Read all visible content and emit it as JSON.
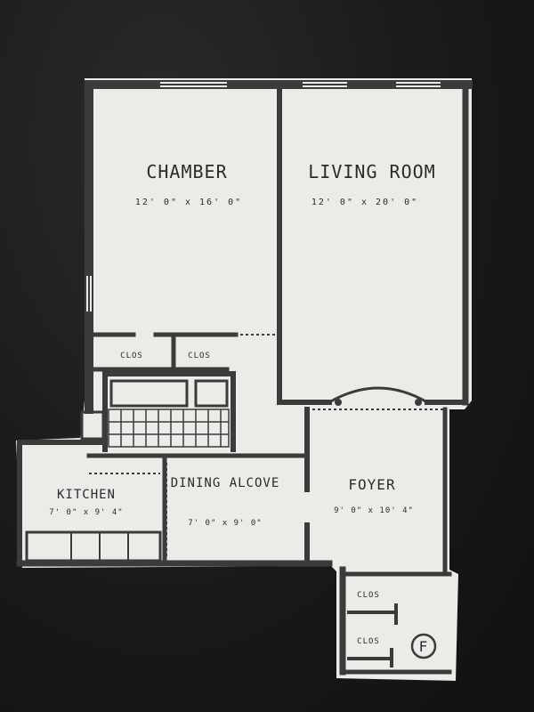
{
  "plan": {
    "rooms": [
      {
        "key": "chamber",
        "name": "CHAMBER",
        "dims": "12' 0\" x 16' 0\""
      },
      {
        "key": "living",
        "name": "LIVING ROOM",
        "dims": "12' 0\" x 20' 0\""
      },
      {
        "key": "kitchen",
        "name": "KITCHEN",
        "dims": "7' 0\" x 9' 4\""
      },
      {
        "key": "dining",
        "name": "DINING ALCOVE",
        "dims": "7' 0\" x 9' 0\""
      },
      {
        "key": "foyer",
        "name": "FOYER",
        "dims": "9' 0\" x 10' 4\""
      }
    ],
    "closets": [
      "CLOS",
      "CLOS",
      "CLOS",
      "CLOS"
    ],
    "marker": "F"
  },
  "colors": {
    "paper": "#ededeb",
    "wall": "#3a3a3a",
    "table": "#181818"
  }
}
